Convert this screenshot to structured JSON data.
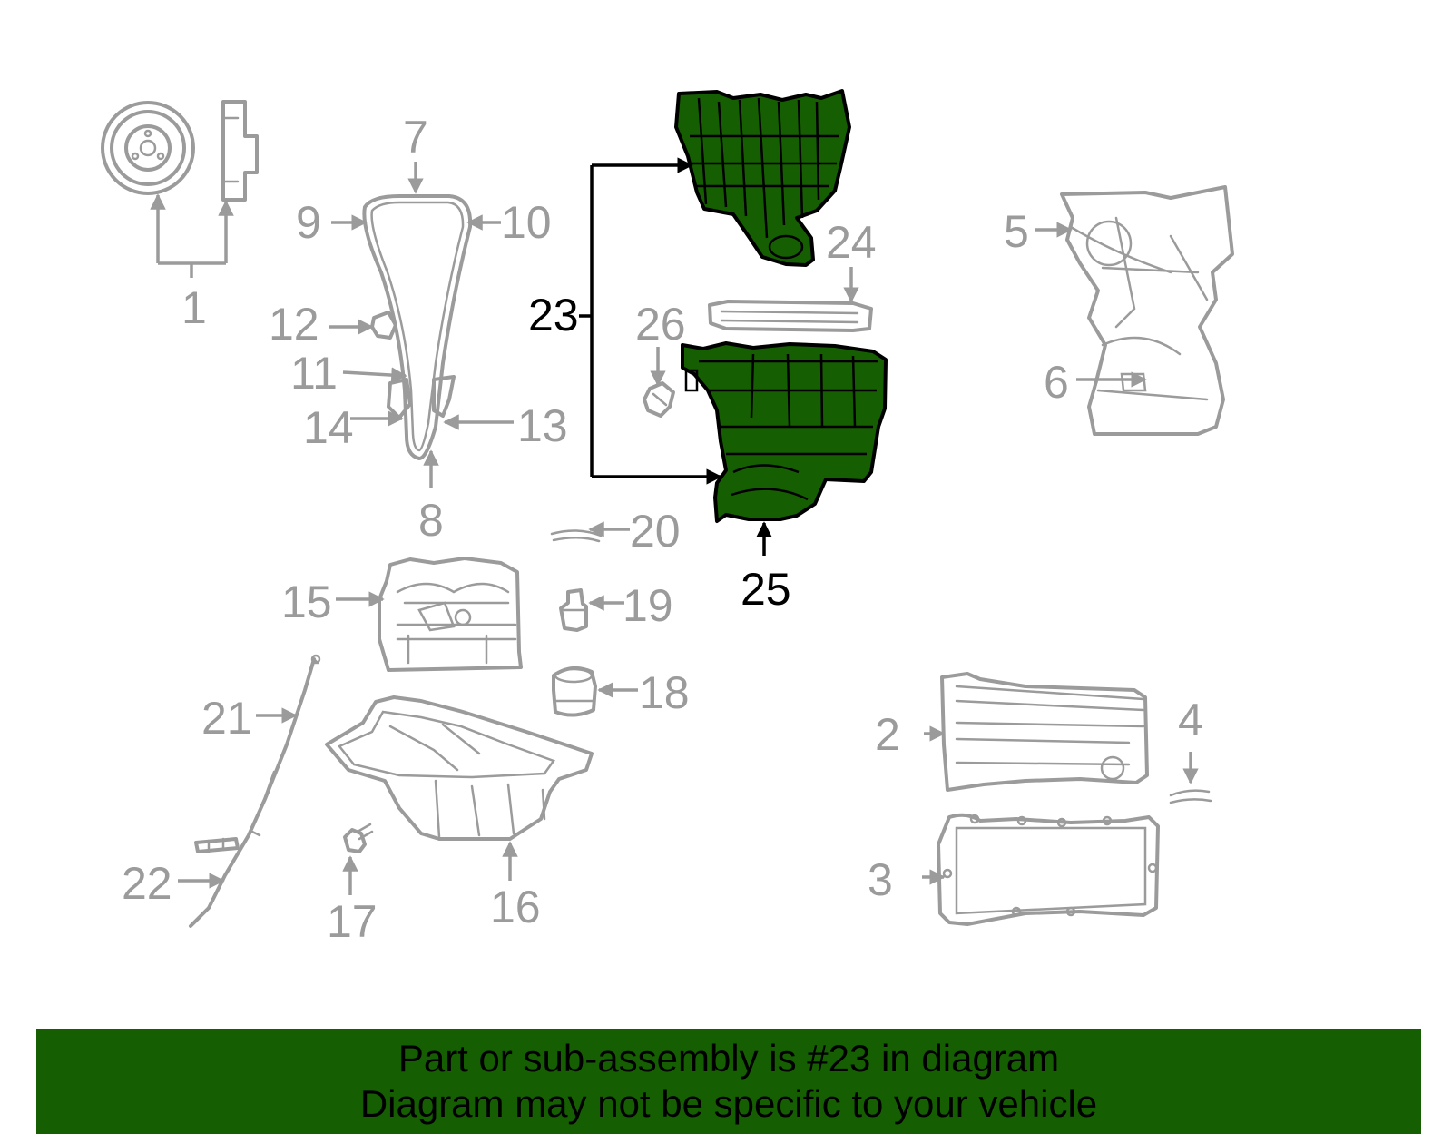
{
  "banner": {
    "line1": "Part or sub-assembly is #23 in diagram",
    "line2": "Diagram may not be specific to your vehicle",
    "background_color": "#155e02"
  },
  "diagram": {
    "highlight_color": "#155e02",
    "part_color": "#9b9b9b",
    "highlighted_callout": "23",
    "callouts": {
      "c1": "1",
      "c2": "2",
      "c3": "3",
      "c4": "4",
      "c5": "5",
      "c6": "6",
      "c7": "7",
      "c8": "8",
      "c9": "9",
      "c10": "10",
      "c11": "11",
      "c12": "12",
      "c13": "13",
      "c14": "14",
      "c15": "15",
      "c16": "16",
      "c17": "17",
      "c18": "18",
      "c19": "19",
      "c20": "20",
      "c21": "21",
      "c22": "22",
      "c23": "23",
      "c24": "24",
      "c25": "25",
      "c26": "26"
    }
  }
}
